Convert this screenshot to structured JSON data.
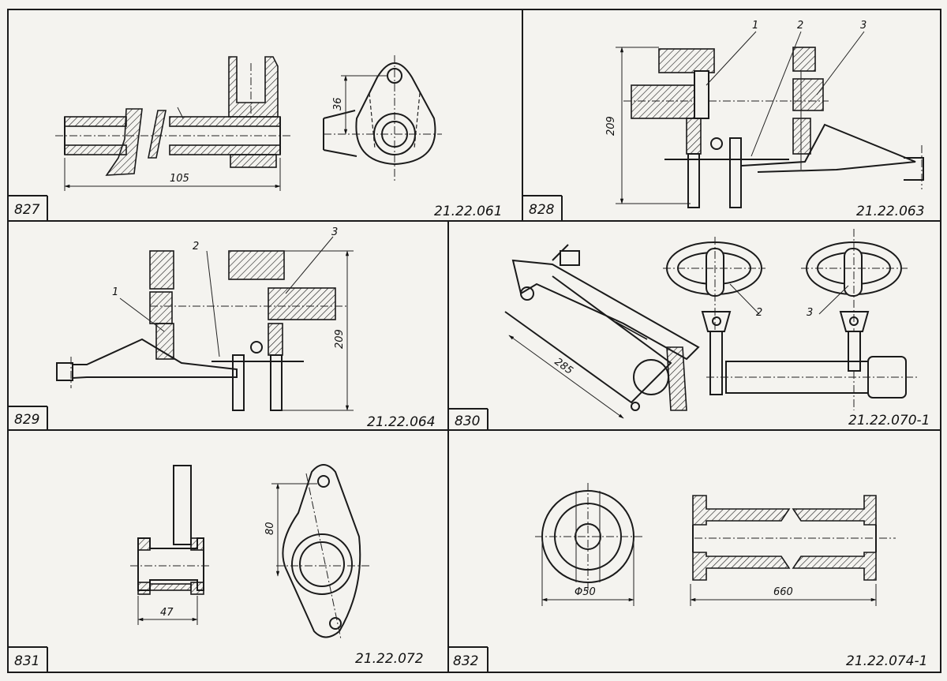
{
  "panels": [
    {
      "number": "827",
      "code": "21.22.061",
      "dims": [
        "105",
        "36"
      ],
      "callouts": []
    },
    {
      "number": "828",
      "code": "21.22.063",
      "dims": [
        "209"
      ],
      "callouts": [
        "1",
        "2",
        "3"
      ]
    },
    {
      "number": "829",
      "code": "21.22.064",
      "dims": [
        "209"
      ],
      "callouts": [
        "1",
        "2",
        "3"
      ]
    },
    {
      "number": "830",
      "code": "21.22.070-1",
      "dims": [
        "285"
      ],
      "callouts": [
        "2",
        "3"
      ]
    },
    {
      "number": "831",
      "code": "21.22.072",
      "dims": [
        "47",
        "80"
      ],
      "callouts": []
    },
    {
      "number": "832",
      "code": "21.22.074-1",
      "dims": [
        "Φ50",
        "660"
      ],
      "callouts": []
    }
  ]
}
